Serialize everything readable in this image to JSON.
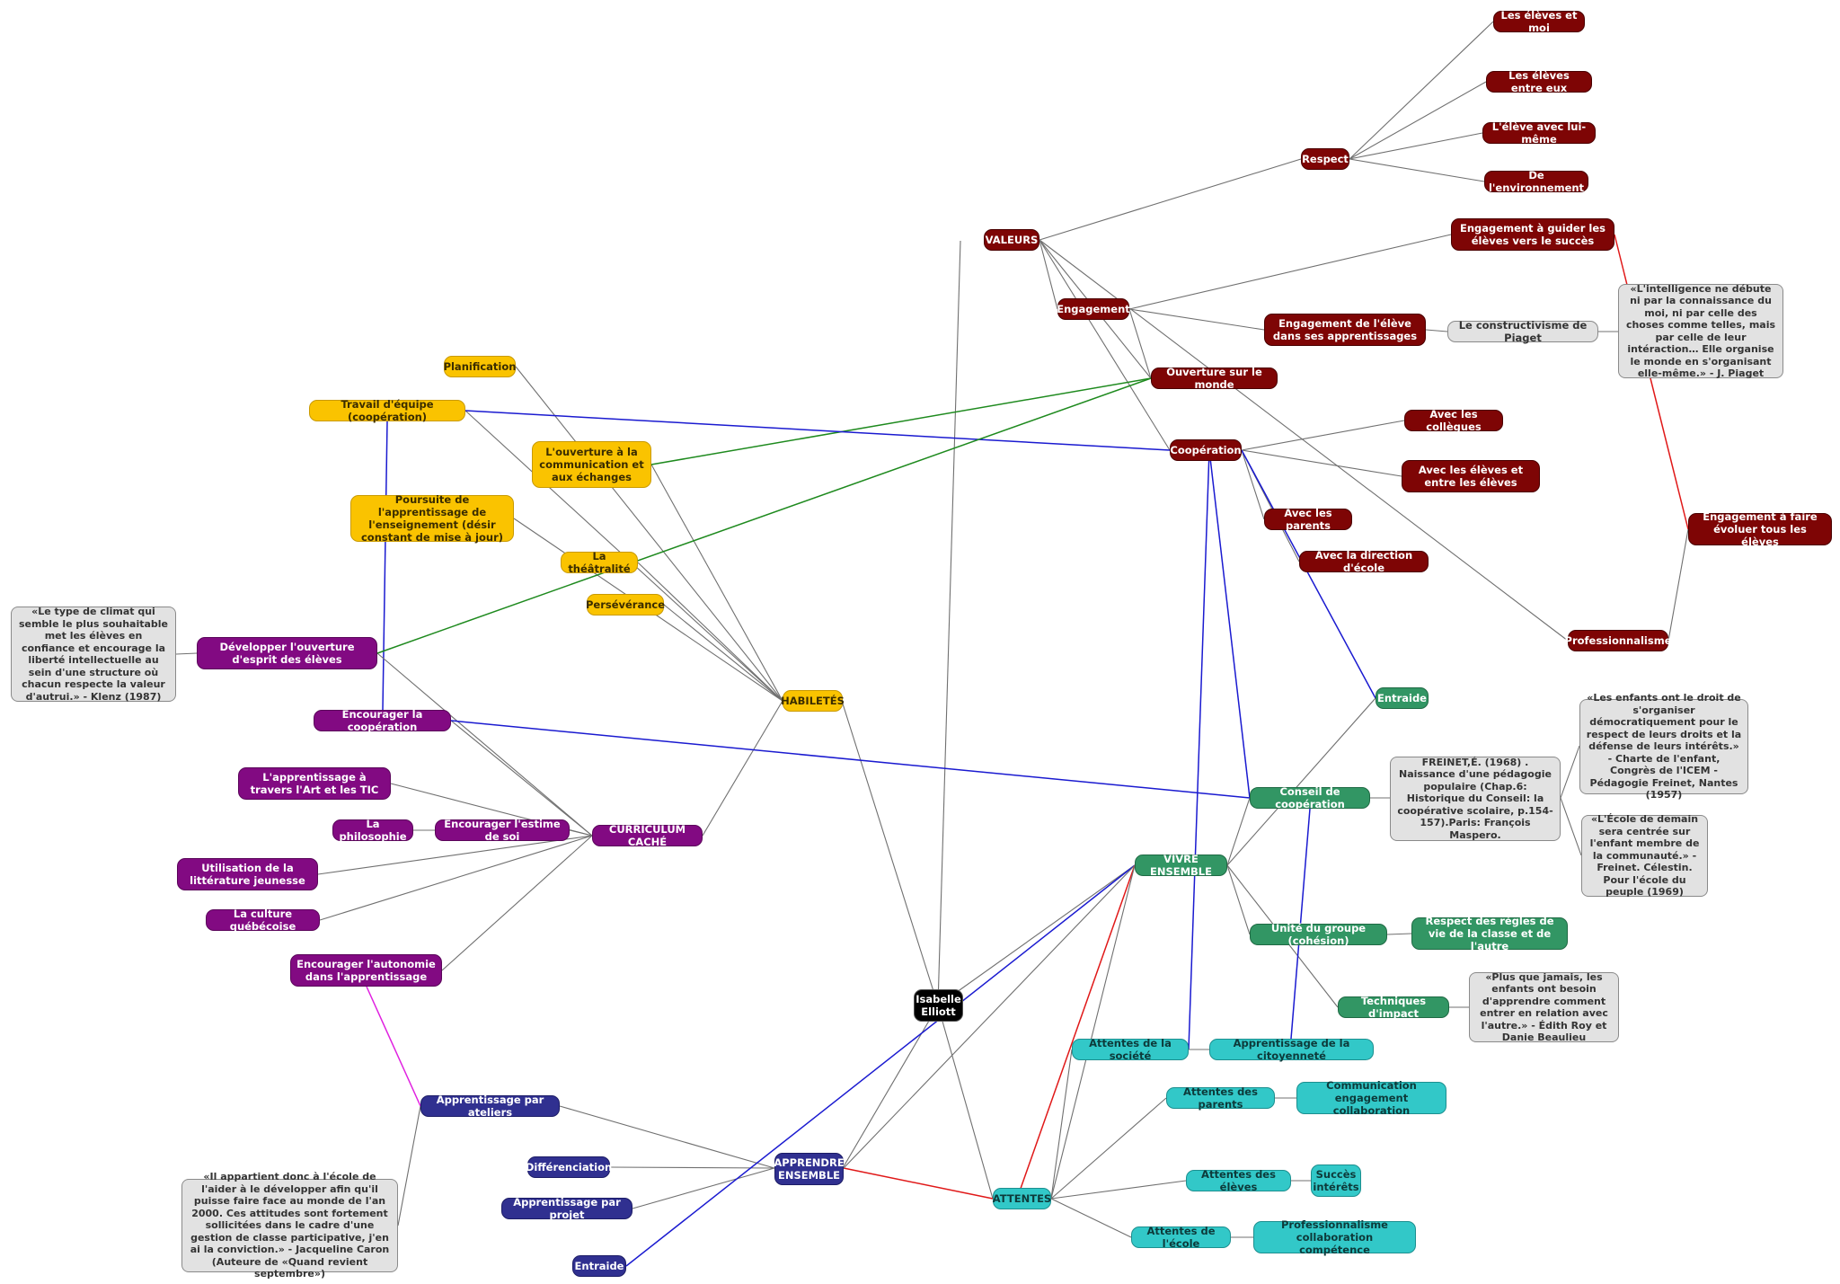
{
  "colors": {
    "red": "#7e0505",
    "yellow": "#fac300",
    "purple": "#820a82",
    "navy": "#303090",
    "green": "#329664",
    "teal": "#32c8c8",
    "gray": "#e2e2e2",
    "black": "#000000",
    "link_gray": "#707070",
    "link_blue": "#1a1ad0",
    "link_red": "#e01818",
    "link_green": "#1e8a1e",
    "link_magenta": "#e020e0"
  },
  "nodes": {
    "root": "Isabelle Elliott",
    "valeurs": "VALEURS",
    "respect": "Respect",
    "eleves_moi": "Les élèves et moi",
    "eleves_entre_eux": "Les élèves entre eux",
    "eleve_lui_meme": "L'élève avec lui-même",
    "environnement": "De l'environnement",
    "engagement": "Engagement",
    "eng_guider": "Engagement à guider les élèves vers le succès",
    "eng_eleve": "Engagement de l'élève dans ses apprentissages",
    "constructivisme": "Le constructivisme de Piaget",
    "piaget_quote": "«L'intelligence ne débute ni  par la connaissance du moi, ni par celle des choses comme telles, mais par celle de leur intéraction… Elle organise le monde en s'organisant elle-même.» - J. Piaget",
    "ouverture_monde": "Ouverture sur le monde",
    "cooperation": "Coopération",
    "avec_collegues": "Avec les collègues",
    "avec_eleves": "Avec les élèves et entre les élèves",
    "avec_parents": "Avec les parents",
    "avec_direction": "Avec la direction d'école",
    "eng_evoluer": "Engagement à faire évoluer tous les élèves",
    "professionnalisme": "Professionnalisme",
    "habiletes": "HABILETÉS",
    "planification": "Planification",
    "travail_equipe": "Travail d'équipe (coopération)",
    "ouverture_comm": "L'ouverture à la communication et aux échanges",
    "poursuite": "Poursuite de l'apprentissage de l'enseignement (désir constant de mise à jour)",
    "theatralite": "La théâtralité",
    "perseverance": "Persévérance",
    "curriculum": "CURRICULUM CACHÉ",
    "developper_ouverture": "Développer l'ouverture d'esprit des élèves",
    "klenz_quote": "«Le type de climat qui semble le plus souhaitable met les élèves en confiance et encourage la liberté intellectuelle au sein d'une structure où chacun respecte la valeur d'autrui.» - Klenz (1987)",
    "encourager_coop": "Encourager la coopération",
    "art_tic": "L'apprentissage à travers l'Art et les TIC",
    "philosophie": "La philosophie",
    "estime_soi": "Encourager l'estime de soi",
    "litterature": "Utilisation de la littérature jeunesse",
    "culture": "La culture québécoise",
    "autonomie": "Encourager l'autonomie dans l'apprentissage",
    "vivre_ensemble": "VIVRE ENSEMBLE",
    "entraide_green": "Entraide",
    "conseil_coop": "Conseil de coopération",
    "freinet_ref": "FREINET,É. (1968) . Naissance d'une pédagogie populaire (Chap.6: Historique du Conseil: la coopérative scolaire, p.154-157).Paris: François Maspero.",
    "icem_quote": "«Les enfants ont le droit de s'organiser démocratiquement pour le respect de leurs droits et la défense de leurs intérêts.» - Charte de l'enfant, Congrès de l'ICEM - Pédagogie Freinet, Nantes (1957)",
    "freinet_quote": "«L'École de demain sera centrée sur l'enfant membre de la communauté.» -Freinet. Célestin. Pour l'école du peuple (1969)",
    "unite_groupe": "Unité du groupe (cohésion)",
    "regles_vie": "Respect des règles de vie de la classe et de l'autre",
    "techniques_impact": "Techniques d'impact",
    "roy_quote": "«Plus que jamais, les enfants ont besoin d'apprendre comment entrer en relation avec l'autre.» - Édith Roy et Danie Beaulieu",
    "apprendre": "APPRENDRE ENSEMBLE",
    "ateliers": "Apprentissage par ateliers",
    "caron_quote": "«Il appartient donc à l'école de l'aider à le développer afin qu'il puisse faire face au monde de l'an 2000. Ces attitudes sont fortement sollicitées dans le cadre d'une gestion de classe participative, j'en ai la conviction.» - Jacqueline Caron (Auteure de «Quand revient septembre»)",
    "differenciation": "Différenciation",
    "projet": "Apprentissage par projet",
    "entraide_navy": "Entraide",
    "attentes": "ATTENTES",
    "attentes_societe": "Attentes de la société",
    "citoyennete": "Apprentissage de la citoyenneté",
    "attentes_parents": "Attentes des parents",
    "comm_engagement": "Communication engagement collaboration",
    "attentes_eleves": "Attentes des élèves",
    "succes_interets": "Succès intérêts",
    "attentes_ecole": "Attentes de l'école",
    "prof_collab": "Professionnalisme collaboration compétence"
  }
}
